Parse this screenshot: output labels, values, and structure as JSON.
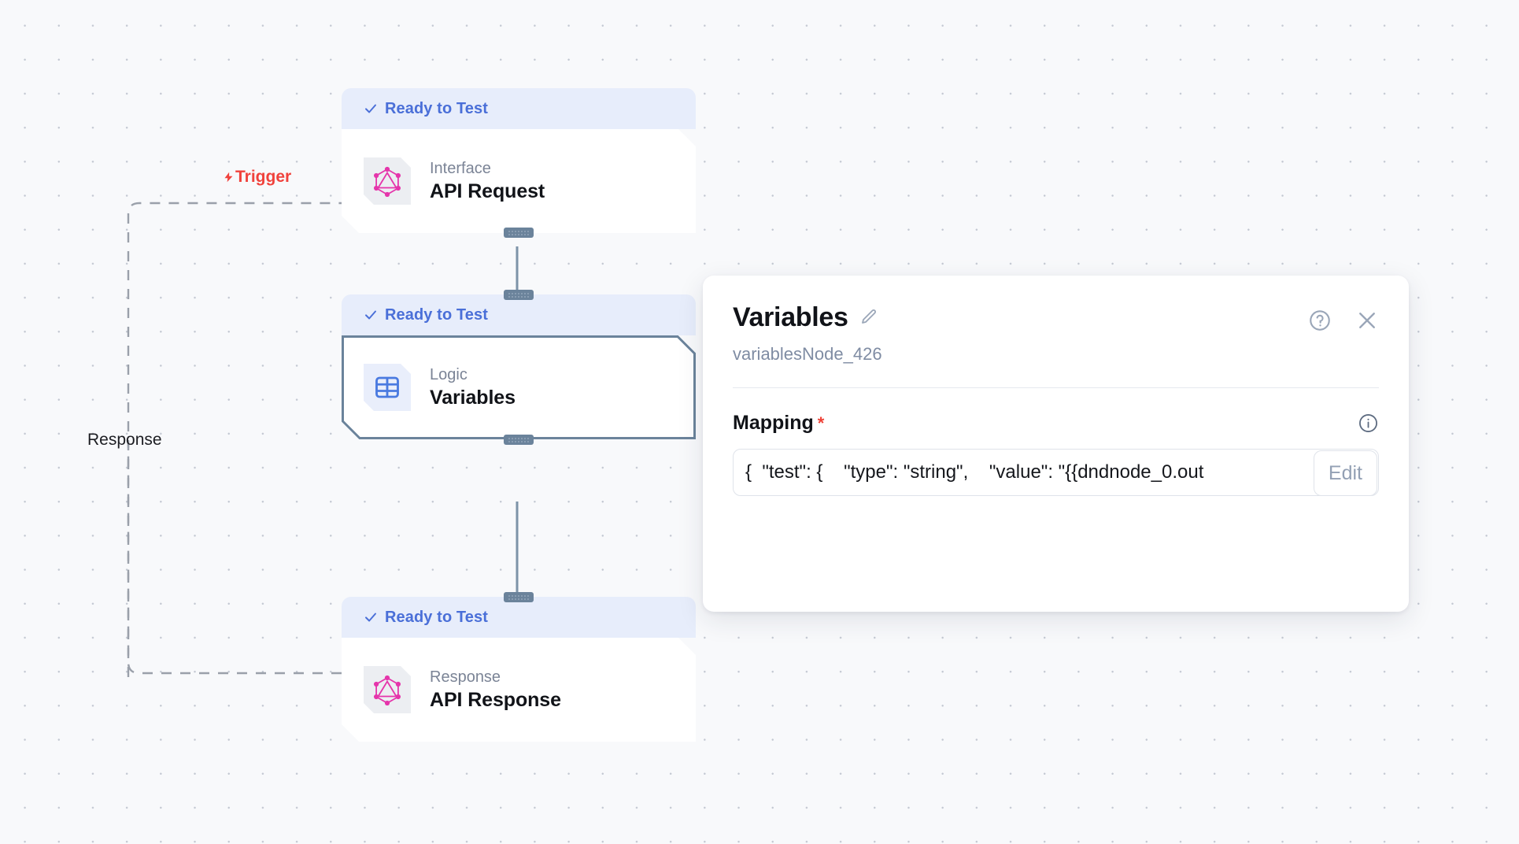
{
  "canvas": {
    "edge_labels": [
      {
        "id": "trigger",
        "text": "Trigger",
        "icon": "lightning-bolt-icon",
        "color": "#f0423c"
      },
      {
        "id": "response",
        "text": "Response",
        "icon": "",
        "color": "#1c1d22"
      }
    ],
    "nodes": [
      {
        "id": "api-request",
        "status": "Ready to Test",
        "kind": "Interface",
        "title": "API Request",
        "icon": "graphql-icon",
        "selected": false
      },
      {
        "id": "variables",
        "status": "Ready to Test",
        "kind": "Logic",
        "title": "Variables",
        "icon": "table-grid-icon",
        "selected": true
      },
      {
        "id": "api-response",
        "status": "Ready to Test",
        "kind": "Response",
        "title": "API Response",
        "icon": "graphql-icon",
        "selected": false
      }
    ]
  },
  "panel": {
    "title": "Variables",
    "edit_title_icon": "pencil-icon",
    "help_icon": "question-circle-icon",
    "close_icon": "close-x-icon",
    "subtitle": "variablesNode_426",
    "field": {
      "label": "Mapping",
      "required_marker": "*",
      "info_icon": "info-circle-icon",
      "value": "{  \"test\": {    \"type\": \"string\",    \"value\": \"{{dndnode_0.out",
      "placeholder": "",
      "edit_button_label": "Edit"
    }
  },
  "colors": {
    "canvas_bg": "#f8f9fb",
    "status_banner_bg": "#e7edfb",
    "status_text": "#4a6fd8",
    "graphql_pink": "#e535ab",
    "table_blue": "#4a7ae0",
    "selected_border": "#6b839b",
    "trigger_red": "#f0423c",
    "required_red": "#ef4136"
  }
}
